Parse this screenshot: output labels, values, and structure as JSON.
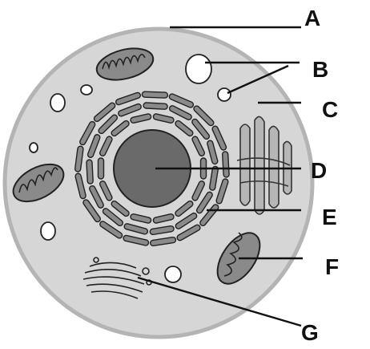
{
  "colors": {
    "cytoplasm": "#d6d6d6",
    "membrane": "#b4b4b4",
    "organelle": "#8a8a8a",
    "nucleus": "#6a6a6a",
    "vacuole": "#ffffff",
    "outline": "#222222",
    "leader": "#111111"
  },
  "labels": [
    {
      "id": "A",
      "text": "A"
    },
    {
      "id": "B",
      "text": "B"
    },
    {
      "id": "C",
      "text": "C"
    },
    {
      "id": "D",
      "text": "D"
    },
    {
      "id": "E",
      "text": "E"
    },
    {
      "id": "F",
      "text": "F"
    },
    {
      "id": "G",
      "text": "G"
    }
  ]
}
